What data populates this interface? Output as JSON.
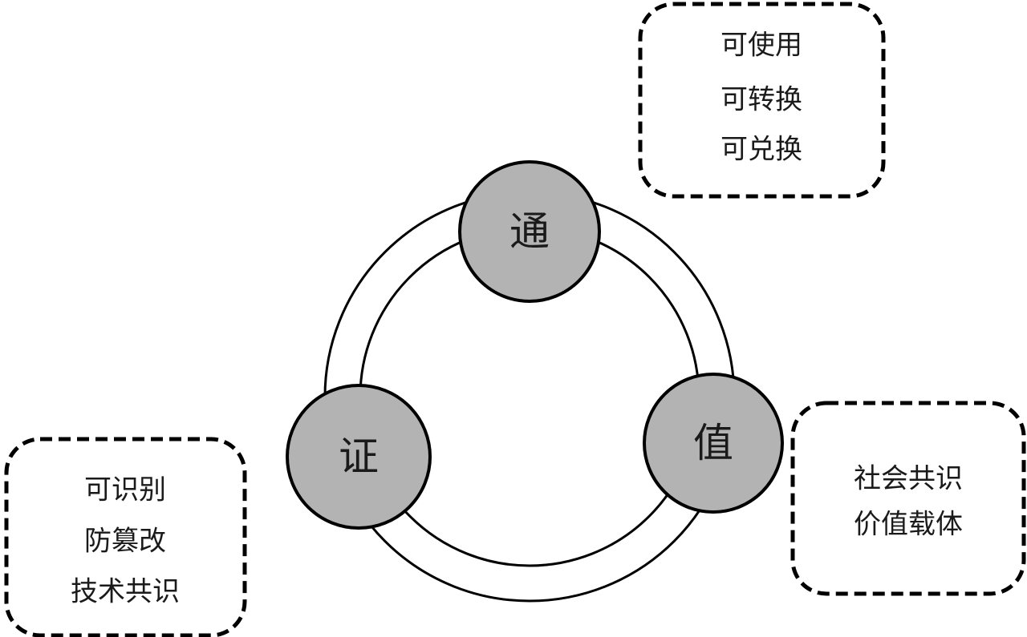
{
  "diagram": {
    "colors": {
      "background": "#ffffff",
      "stroke": "#000000",
      "node_fill": "#b3b3b3",
      "text": "#1a1a1a"
    },
    "nodes": [
      {
        "id": "tong",
        "label": "通"
      },
      {
        "id": "zheng",
        "label": "证"
      },
      {
        "id": "zhi",
        "label": "值"
      }
    ],
    "boxes": [
      {
        "id": "usability",
        "position": "top-right",
        "lines": [
          "可使用",
          "可转换",
          "可兑换"
        ]
      },
      {
        "id": "proof",
        "position": "left",
        "lines": [
          "可识别",
          "防篡改",
          "技术共识"
        ]
      },
      {
        "id": "value",
        "position": "right",
        "lines": [
          "社会共识",
          "价值载体"
        ]
      }
    ]
  }
}
